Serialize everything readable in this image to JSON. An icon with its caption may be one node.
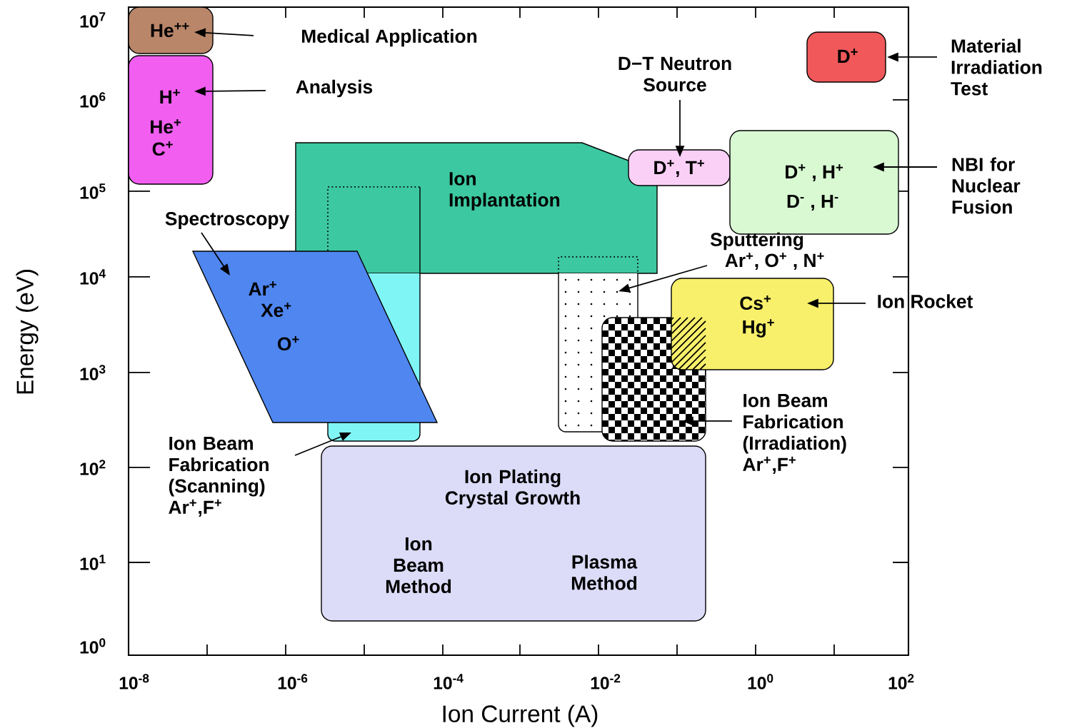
{
  "diagram": {
    "nodes": [
      {
        "text": [
          "He$^{++}$"
        ]
      },
      {
        "text": [
          "H$^{+}$",
          "He$^{+}$",
          "C$^{+}$"
        ]
      },
      {
        "text": [
          "Medical Application"
        ]
      },
      {
        "text": [
          "Analysis"
        ]
      },
      {
        "text": [
          "Ion Implantation"
        ]
      },
      {
        "text": [],
        "shape": "box"
      },
      {
        "text": [
          "Ar$^{+}$",
          "Xe$^{+}$",
          "O$^{+}$"
        ]
      },
      {
        "text": [
          "Spectroscopy"
        ]
      },
      {
        "text": [
          "Ion Beam Fabrication (Scanning) Ar$^{+}$,F$^{+}$"
        ]
      },
      {
        "text": [
          "D−T Neutron Source"
        ]
      },
      {
        "text": [
          "D$^{+}$, T$^{+}$"
        ]
      },
      {
        "text": [
          "D$^{+}$ , H$^{+}$",
          "D$^{-}$ , H$^{-}$"
        ]
      },
      {
        "text": [
          "NBI for Nuclear Fusion"
        ]
      },
      {
        "text": [
          "D$^{+}$"
        ]
      },
      {
        "text": [
          "Material Irradiation Test"
        ]
      },
      {
        "text": [],
        "shape": "box"
      },
      {
        "text": [
          "Sputtering",
          "Ar$^{+}$, O$^{+}$ , N$^{+}$"
        ]
      },
      {
        "text": [],
        "shape": "box"
      },
      {
        "text": [
          "Cs$^{+}$",
          "Hg$^{+}$"
        ]
      },
      {
        "text": [
          "Ion Rocket"
        ]
      },
      {
        "text": [
          "Ion Beam Fabrication (Irradiation) Ar$^{+}$,F$^{+}$"
        ]
      },
      {
        "text": [
          "Ion Plating Crystal Growth",
          "Ion Beam Method",
          "Plasma Method"
        ]
      }
    ],
    "edges": [
      {
        "from": 2,
        "to": 0,
        "arrow": "to"
      },
      {
        "from": 3,
        "to": 1,
        "arrow": "to"
      },
      {
        "from": 7,
        "to": 6,
        "arrow": "to"
      },
      {
        "from": 8,
        "to": 5,
        "arrow": "to"
      },
      {
        "from": 9,
        "to": 10,
        "arrow": "to"
      },
      {
        "from": 12,
        "to": 11,
        "arrow": "to"
      },
      {
        "from": 14,
        "to": 13,
        "arrow": "to"
      },
      {
        "from": 16,
        "to": 15,
        "arrow": "to"
      },
      {
        "from": 19,
        "to": 18,
        "arrow": "to"
      },
      {
        "from": 20,
        "to": 17,
        "arrow": "to"
      }
    ],
    "labels": [
      "10$^{7}$",
      "10$^{6}$",
      "10$^{5}$",
      "10$^{4}$",
      "10$^{3}$",
      "10$^{2}$",
      "10$^{1}$",
      "10$^{0}$",
      "10$^{-8}$",
      "10$^{-6}$",
      "10$^{-4}$",
      "10$^{-2}$",
      "10$^{0}$",
      "10$^{2}$",
      "Ion Current (A)",
      "Energy (eV)"
    ]
  }
}
